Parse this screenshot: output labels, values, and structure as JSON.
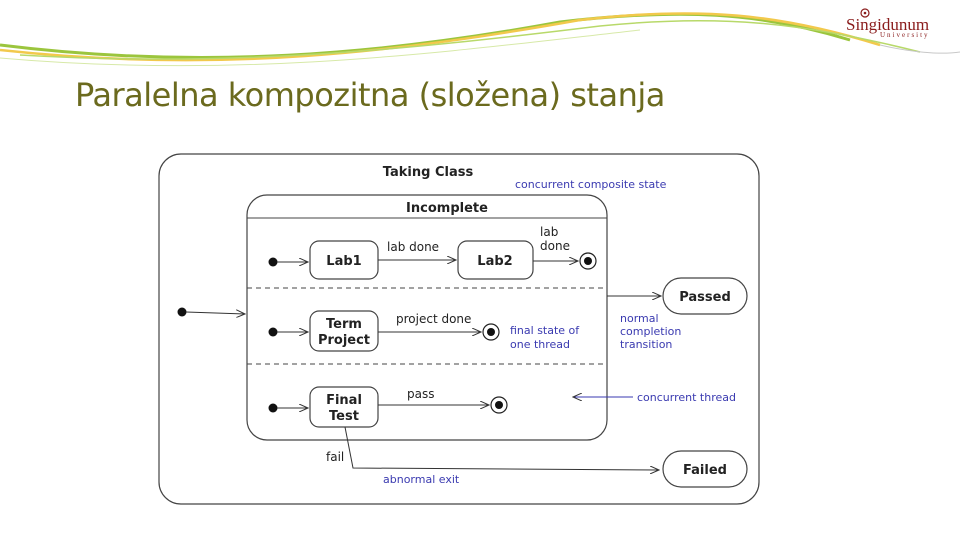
{
  "slide": {
    "title": "Paralelna kompozitna (složena) stanja",
    "brand": {
      "name": "Singidunum",
      "sub": "University"
    },
    "colors": {
      "title": "#6b6a1e",
      "swoosh_green": "#9bc53d",
      "swoosh_yellow": "#f2c94c",
      "annotation": "#3a3ab0",
      "brand": "#8a1c1c"
    }
  },
  "diagram": {
    "outer_state": "Taking Class",
    "composite_state": "Incomplete",
    "states": {
      "lab1": "Lab1",
      "lab2": "Lab2",
      "term_project_1": "Term",
      "term_project_2": "Project",
      "final_test_1": "Final",
      "final_test_2": "Test",
      "passed": "Passed",
      "failed": "Failed"
    },
    "transitions": {
      "lab_done": "lab done",
      "lab_done2_1": "lab",
      "lab_done2_2": "done",
      "project_done": "project done",
      "pass": "pass",
      "fail": "fail"
    },
    "annotations": {
      "concurrent_composite": "concurrent composite state",
      "final_state_1": "final state of",
      "final_state_2": "one thread",
      "normal_1": "normal",
      "normal_2": "completion",
      "normal_3": "transition",
      "concurrent_thread": "concurrent thread",
      "abnormal_exit": "abnormal exit"
    }
  }
}
